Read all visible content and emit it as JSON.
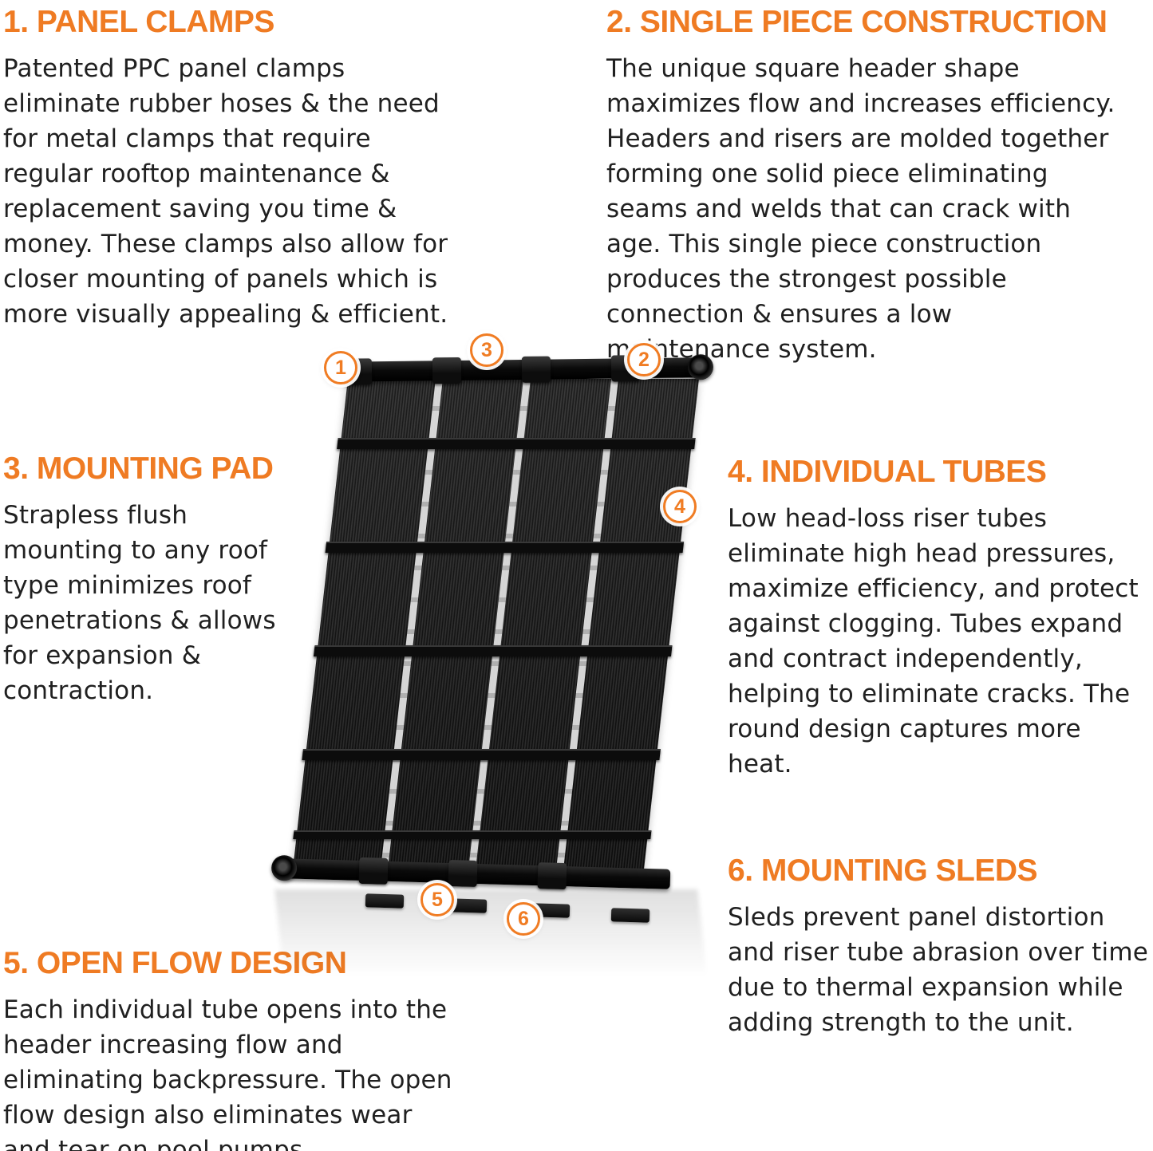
{
  "colors": {
    "accent_orange": "#ef7b23",
    "body_text": "#202020",
    "panel_black": "#0b0b0b",
    "background": "#ffffff"
  },
  "features": [
    {
      "title": "1. PANEL CLAMPS",
      "body": "Patented PPC panel clamps eliminate rubber hoses & the need for metal clamps that require regular rooftop maintenance & replacement saving you time & money. These clamps also allow for closer mounting of panels which is more visually appealing & efficient."
    },
    {
      "title": "2. SINGLE PIECE CONSTRUCTION",
      "body": "The unique square header shape maximizes flow and increases efficiency. Headers and risers are molded together forming one solid piece eliminating seams and welds that can crack with age. This single piece construction produces the strongest possible connection & ensures a low maintenance system."
    },
    {
      "title": "3. MOUNTING PAD",
      "body": "Strapless flush mounting to any roof type minimizes roof penetrations & allows for expansion & contraction."
    },
    {
      "title": "4. INDIVIDUAL TUBES",
      "body": "Low head-loss riser tubes eliminate high head pressures, maximize efficiency, and protect against clogging. Tubes expand and contract independently, helping to eliminate cracks. The round design captures more heat."
    },
    {
      "title": "5. OPEN FLOW DESIGN",
      "body": "Each individual tube opens into the header increasing flow and eliminating backpressure. The open flow design also eliminates wear and tear on pool pumps."
    },
    {
      "title": "6. MOUNTING SLEDS",
      "body": "Sleds prevent panel distortion and riser tube abrasion over time due to thermal expansion while adding strength to the unit."
    }
  ],
  "callouts": [
    {
      "label": "1"
    },
    {
      "label": "2"
    },
    {
      "label": "3"
    },
    {
      "label": "4"
    },
    {
      "label": "5"
    },
    {
      "label": "6"
    }
  ]
}
